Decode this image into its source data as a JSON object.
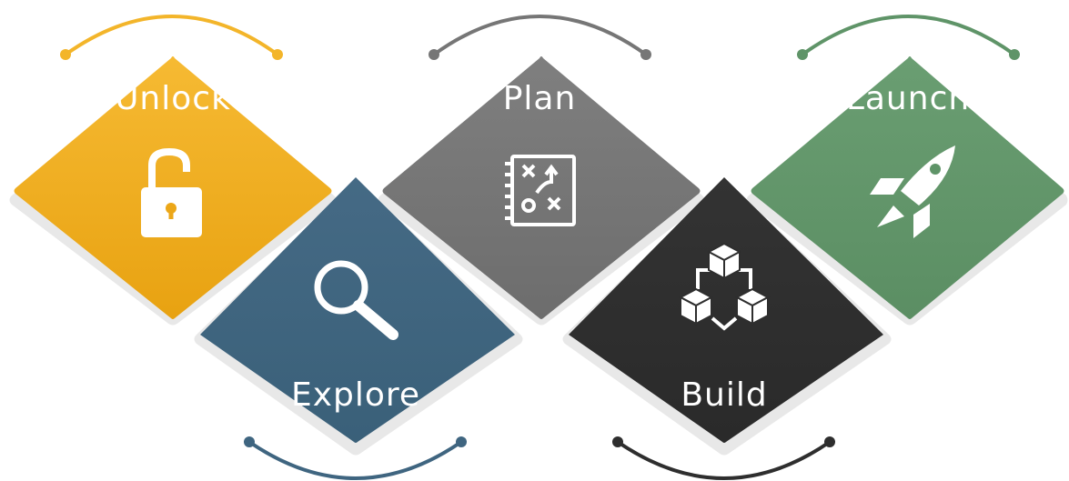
{
  "diagram": {
    "steps": [
      {
        "label": "Unlock",
        "icon": "unlocked-padlock-icon",
        "color_top": "#F6BA33",
        "color_bottom": "#E8A211",
        "arc_color": "#F3B52A"
      },
      {
        "label": "Explore",
        "icon": "magnifying-glass-icon",
        "color_top": "#456A85",
        "color_bottom": "#3A6079",
        "arc_color": "#3F6580"
      },
      {
        "label": "Plan",
        "icon": "strategy-board-icon",
        "color_top": "#7F7F7F",
        "color_bottom": "#6D6D6D",
        "arc_color": "#767676"
      },
      {
        "label": "Build",
        "icon": "connected-blocks-icon",
        "color_top": "#333333",
        "color_bottom": "#2A2A2A",
        "arc_color": "#2E2E2E"
      },
      {
        "label": "Launch",
        "icon": "rocket-icon",
        "color_top": "#6A9E72",
        "color_bottom": "#5B8E63",
        "arc_color": "#5F9468"
      }
    ],
    "text_color": "#FFFFFF",
    "shadow_color": "#D9D9D9"
  }
}
